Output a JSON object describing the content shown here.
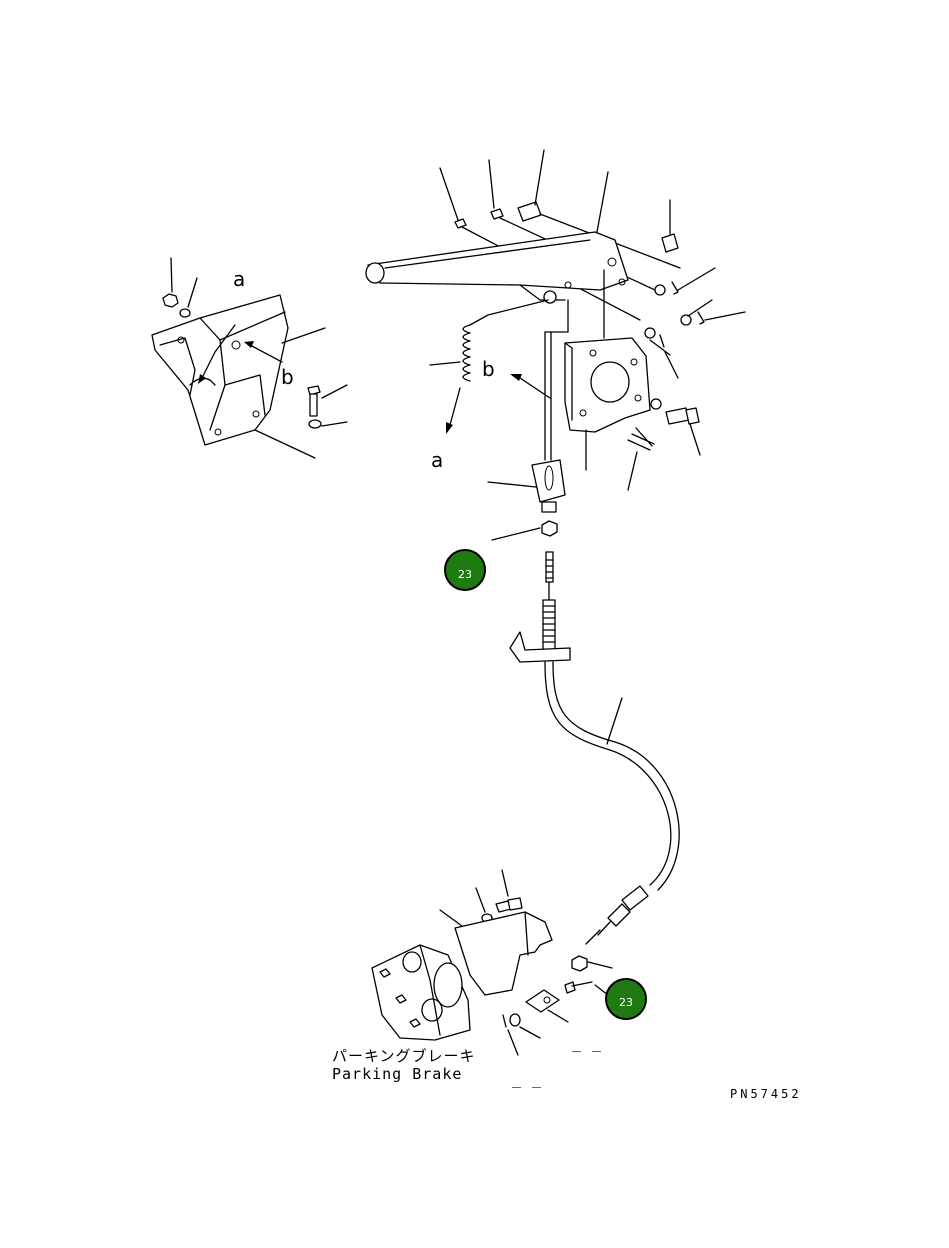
{
  "labels": {
    "a_top": "a",
    "b_inset": "b",
    "b_main": "b",
    "a_main": "a"
  },
  "badges": [
    {
      "text": "23",
      "color": "#1f7a12"
    },
    {
      "text": "23",
      "color": "#1f7a12"
    }
  ],
  "caption": {
    "japanese": "パーキングブレーキ",
    "english": "Parking Brake"
  },
  "dashes": [
    "_ _",
    "_ _"
  ],
  "part_number": "PN57452"
}
